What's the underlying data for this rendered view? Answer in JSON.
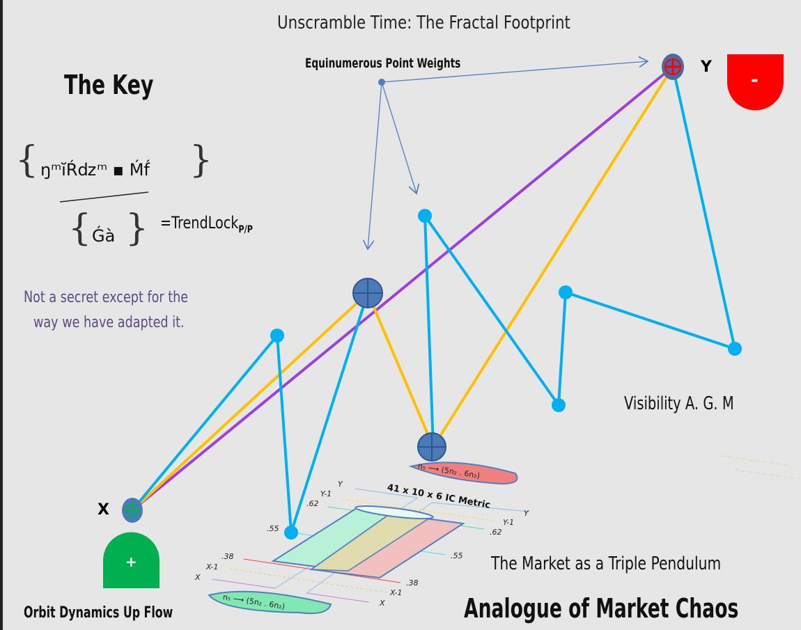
{
  "title": "Unscramble Time: The Fractal Footprint",
  "key_heading": "The Key",
  "formula": {
    "numerator": "ŋᵐĭŔǳᵐ ▪ Ḿf́",
    "denominator": "Ǵà",
    "result": "=TrendLock",
    "subscript": "P/P"
  },
  "note": [
    "Not a secret except for the",
    "way we have adapted it."
  ],
  "weights_label": "Equinumerous Point Weights",
  "y_label": "Y",
  "x_label": "X",
  "minus_label": "-",
  "plus_label": "+",
  "visibility_label": "Visibility A. G. M",
  "metric_label": "41 x 10 x 6 IC Metric",
  "formula_badge": "n₅ ⟶ (5n₂ . 6n₂)",
  "axis_left": [
    "Y",
    "Y-1",
    ".62",
    ".55",
    ".38",
    "X-1",
    "X"
  ],
  "axis_right": [
    "Y",
    "Y-1",
    ".62",
    ".55",
    ".38",
    "X-1",
    "X"
  ],
  "pendulum_label": "The Market as a Triple Pendulum",
  "orbit_label": "Orbit Dynamics Up Flow",
  "chaos_label": "Analogue of Market Chaos",
  "colors": {
    "blue": "#00b0f0",
    "orange": "#ffc000",
    "purple": "#9b3fe0",
    "node": "#4a7ab8",
    "red": "#ff0000",
    "green": "#00b050"
  }
}
